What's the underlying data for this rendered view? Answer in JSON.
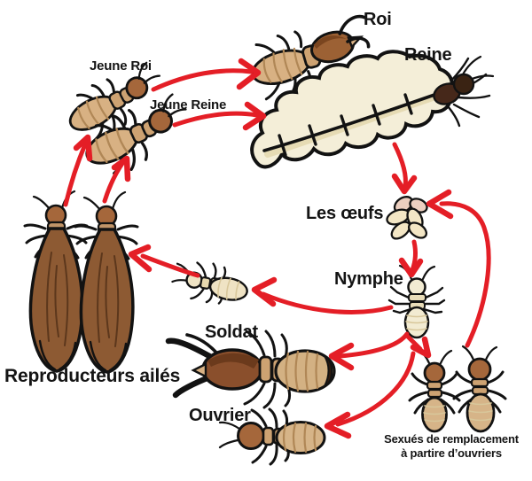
{
  "diagram": {
    "subject": "termite life cycle",
    "background": "#ffffff",
    "colors": {
      "arrow_red": "#e41e26",
      "body_tan": "#d6b488",
      "head_brown": "#a5673b",
      "soldier_head": "#8a4f2c",
      "wing_brown": "#8d5a33",
      "queen_cream": "#f4eed8",
      "outline_black": "#121212"
    },
    "labels": {
      "jeune_roi": "Jeune Roi",
      "jeune_reine": "Jeune Reine",
      "roi": "Roi",
      "reine": "Reine",
      "les_oeufs": "Les œufs",
      "nymphe": "Nymphe",
      "soldat": "Soldat",
      "ouvrier": "Ouvrier",
      "reproducteurs_ailes": "Reproducteurs ailés",
      "sexues_line1": "Sexués de remplacement",
      "sexues_line2": "à partire d’ouvriers"
    },
    "edges": [
      {
        "from": "reine",
        "to": "les_oeufs"
      },
      {
        "from": "sexues_de_remplacement",
        "to": "les_oeufs"
      },
      {
        "from": "les_oeufs",
        "to": "nymphe"
      },
      {
        "from": "nymphe",
        "to": "soldat"
      },
      {
        "from": "nymphe",
        "to": "ouvrier"
      },
      {
        "from": "nymphe",
        "to": "sexues_de_remplacement"
      },
      {
        "from": "nymphe",
        "to": "reproducteurs_ailes"
      },
      {
        "from": "reproducteurs_ailes",
        "to": "jeune_roi"
      },
      {
        "from": "reproducteurs_ailes",
        "to": "jeune_reine"
      },
      {
        "from": "jeune_roi",
        "to": "roi"
      },
      {
        "from": "jeune_reine",
        "to": "reine"
      }
    ]
  }
}
